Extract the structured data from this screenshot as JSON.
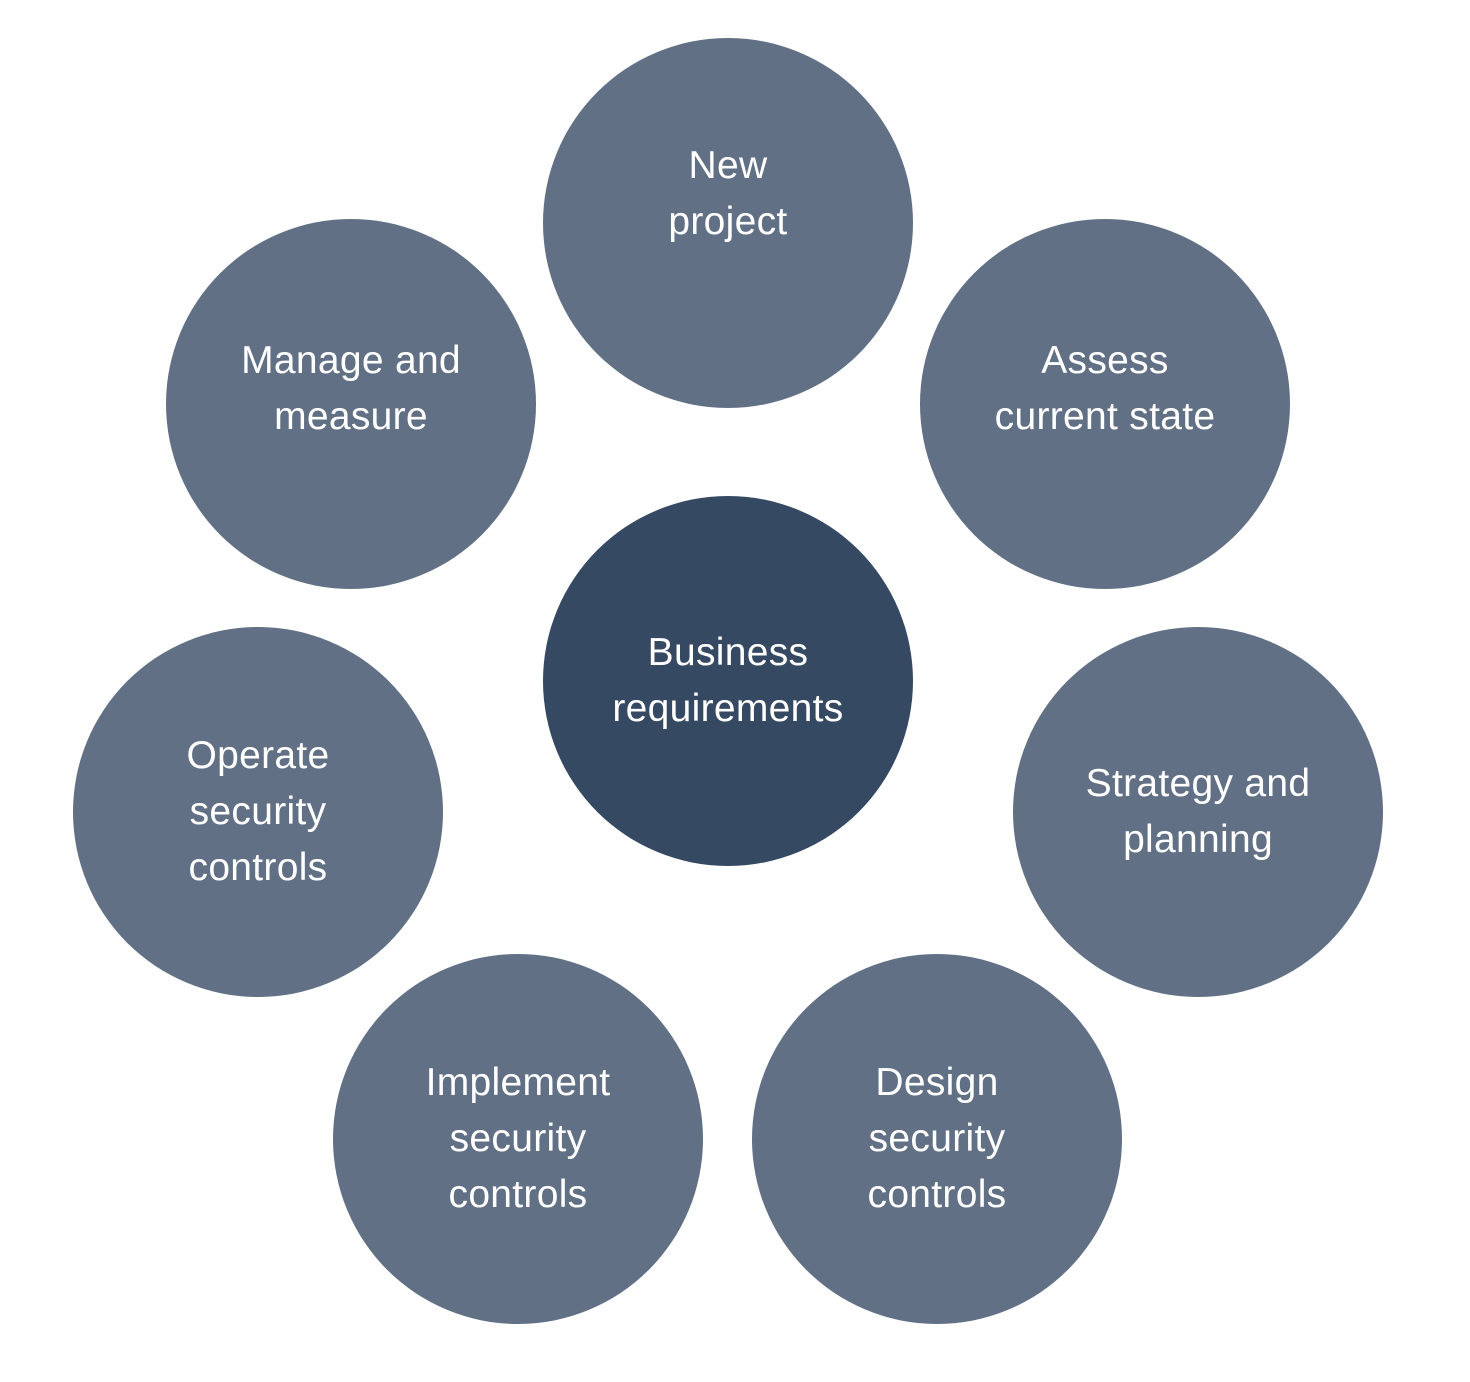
{
  "colors": {
    "outer_fill": "#617085",
    "center_fill": "#354963",
    "text": "#ffffff",
    "background": "#ffffff"
  },
  "center": {
    "label": "Business\nrequirements"
  },
  "nodes": [
    {
      "id": "new-project",
      "label": "New\nproject"
    },
    {
      "id": "assess-current-state",
      "label": "Assess\ncurrent state"
    },
    {
      "id": "strategy-and-planning",
      "label": "Strategy and\nplanning"
    },
    {
      "id": "design-security-controls",
      "label": "Design\nsecurity\ncontrols"
    },
    {
      "id": "implement-security-controls",
      "label": "Implement\nsecurity\ncontrols"
    },
    {
      "id": "operate-security-controls",
      "label": "Operate\nsecurity\ncontrols"
    },
    {
      "id": "manage-and-measure",
      "label": "Manage and\nmeasure"
    }
  ]
}
